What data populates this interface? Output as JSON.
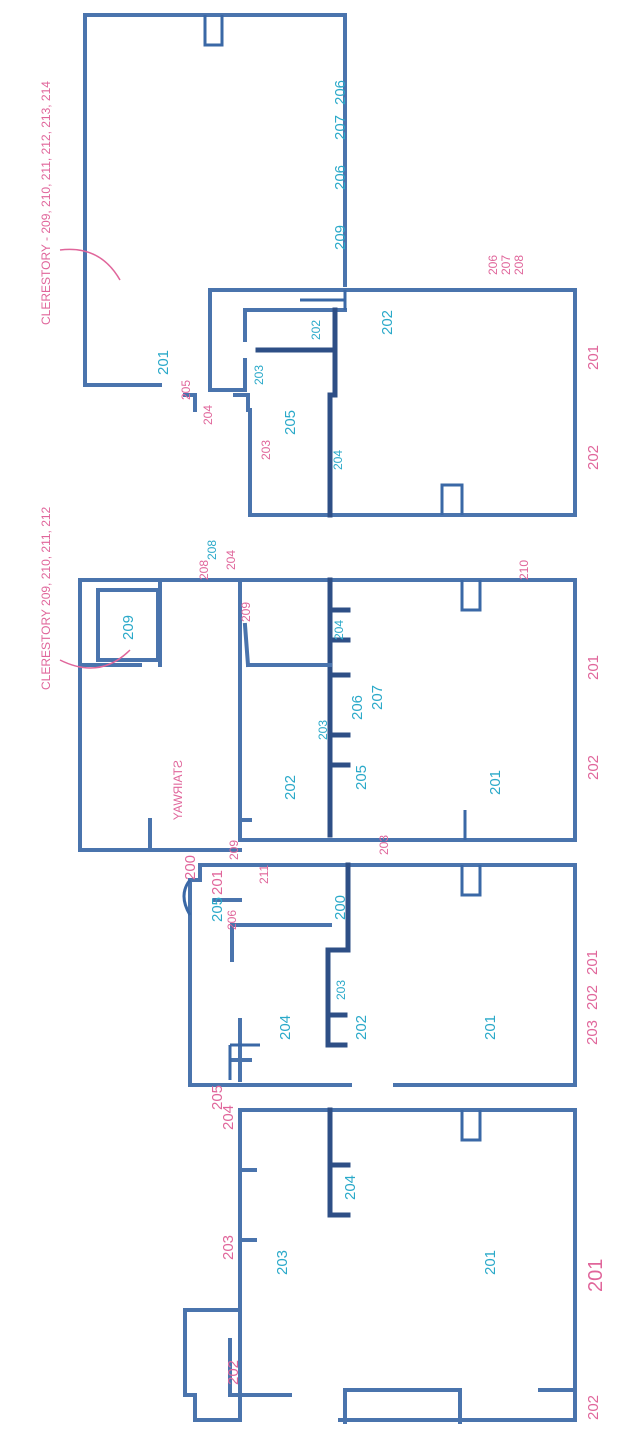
{
  "colors": {
    "wall": "#4a74ad",
    "blue_label": "#2aa9c9",
    "pink_label": "#e0669b",
    "background": "#ffffff"
  },
  "units": [
    {
      "pink_labels": [
        "202",
        "202",
        "203",
        "204",
        "201"
      ],
      "blue_labels": [
        "203",
        "204",
        "201"
      ]
    },
    {
      "pink_labels": [
        "201",
        "200",
        "205",
        "206",
        "203",
        "202",
        "201"
      ],
      "blue_labels": [
        "205",
        "200",
        "203",
        "204",
        "202",
        "201"
      ]
    },
    {
      "pink_labels": [
        "208",
        "209",
        "210",
        "204",
        "203",
        "201",
        "202",
        "209",
        "211"
      ],
      "blue_labels": [
        "208",
        "209",
        "204",
        "202",
        "203",
        "205",
        "206",
        "207",
        "201"
      ],
      "annotation": "CLERESTORY 209, 210, 211, 212",
      "stair_label": "STAIRWAY"
    },
    {
      "pink_labels": [
        "203",
        "204",
        "205",
        "206",
        "207",
        "208",
        "201",
        "202"
      ],
      "blue_labels": [
        "201",
        "205",
        "204",
        "202",
        "209",
        "206",
        "207",
        "206",
        "203",
        "202"
      ],
      "annotation": "CLERESTORY - 209, 210, 211, 212, 213, 214"
    }
  ]
}
